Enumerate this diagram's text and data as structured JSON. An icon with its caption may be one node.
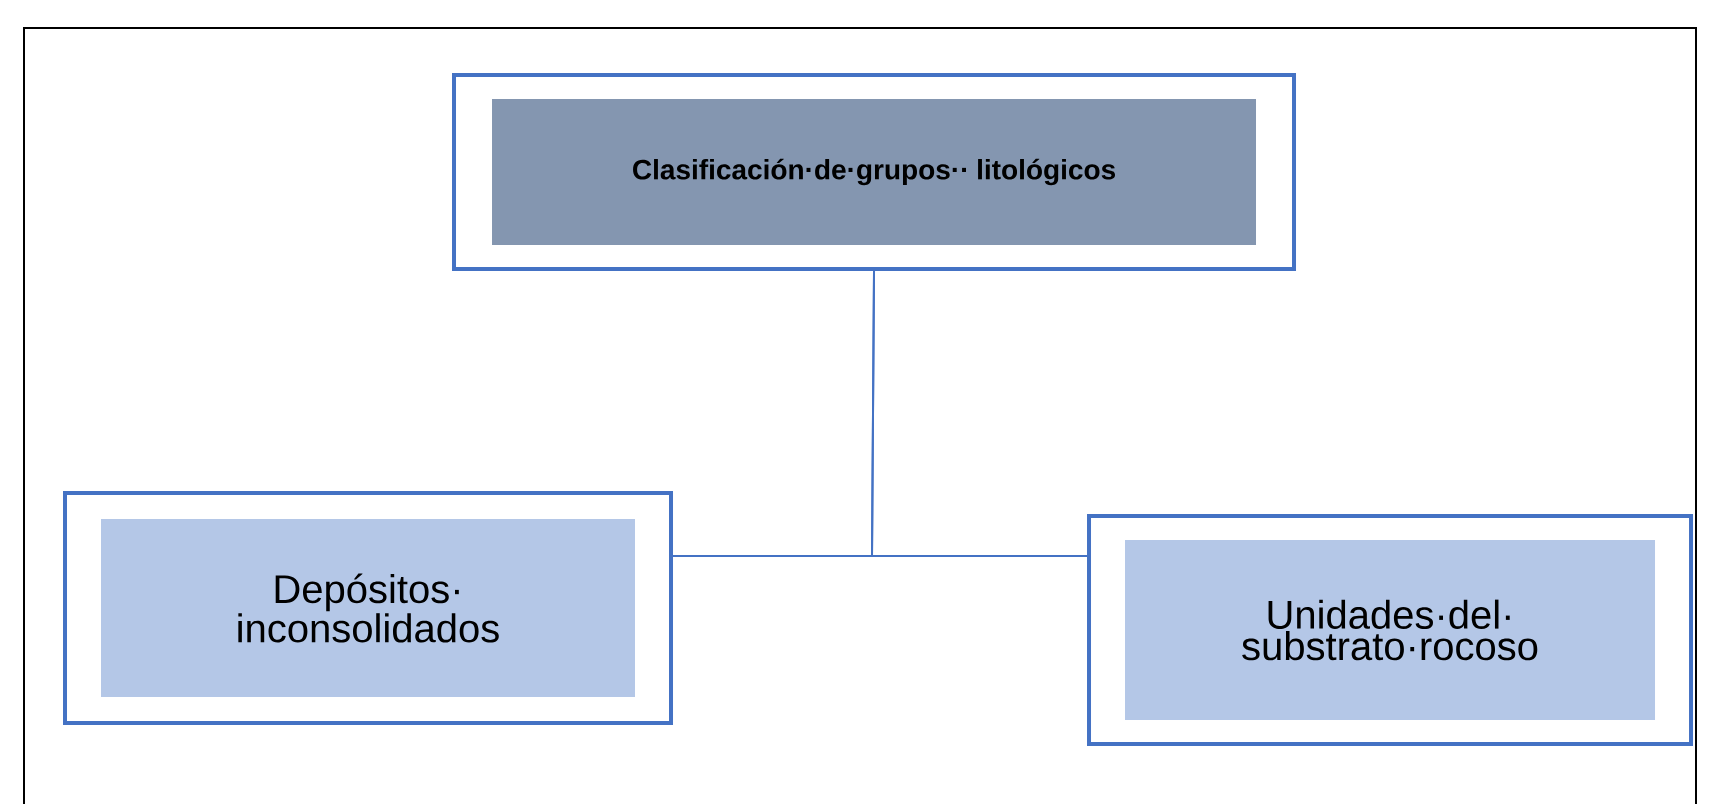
{
  "diagram": {
    "nodes": [
      {
        "text": [
          "Clasificación·de·grupos·· litológicos"
        ]
      },
      {
        "text": [
          "Depósitos· inconsolidados"
        ]
      },
      {
        "text": [
          "Unidades·del· substrato·rocoso"
        ]
      }
    ],
    "edges": [
      {
        "from": 0,
        "to": 1,
        "arrow": "none"
      },
      {
        "from": 0,
        "to": 2,
        "arrow": "none"
      }
    ]
  }
}
